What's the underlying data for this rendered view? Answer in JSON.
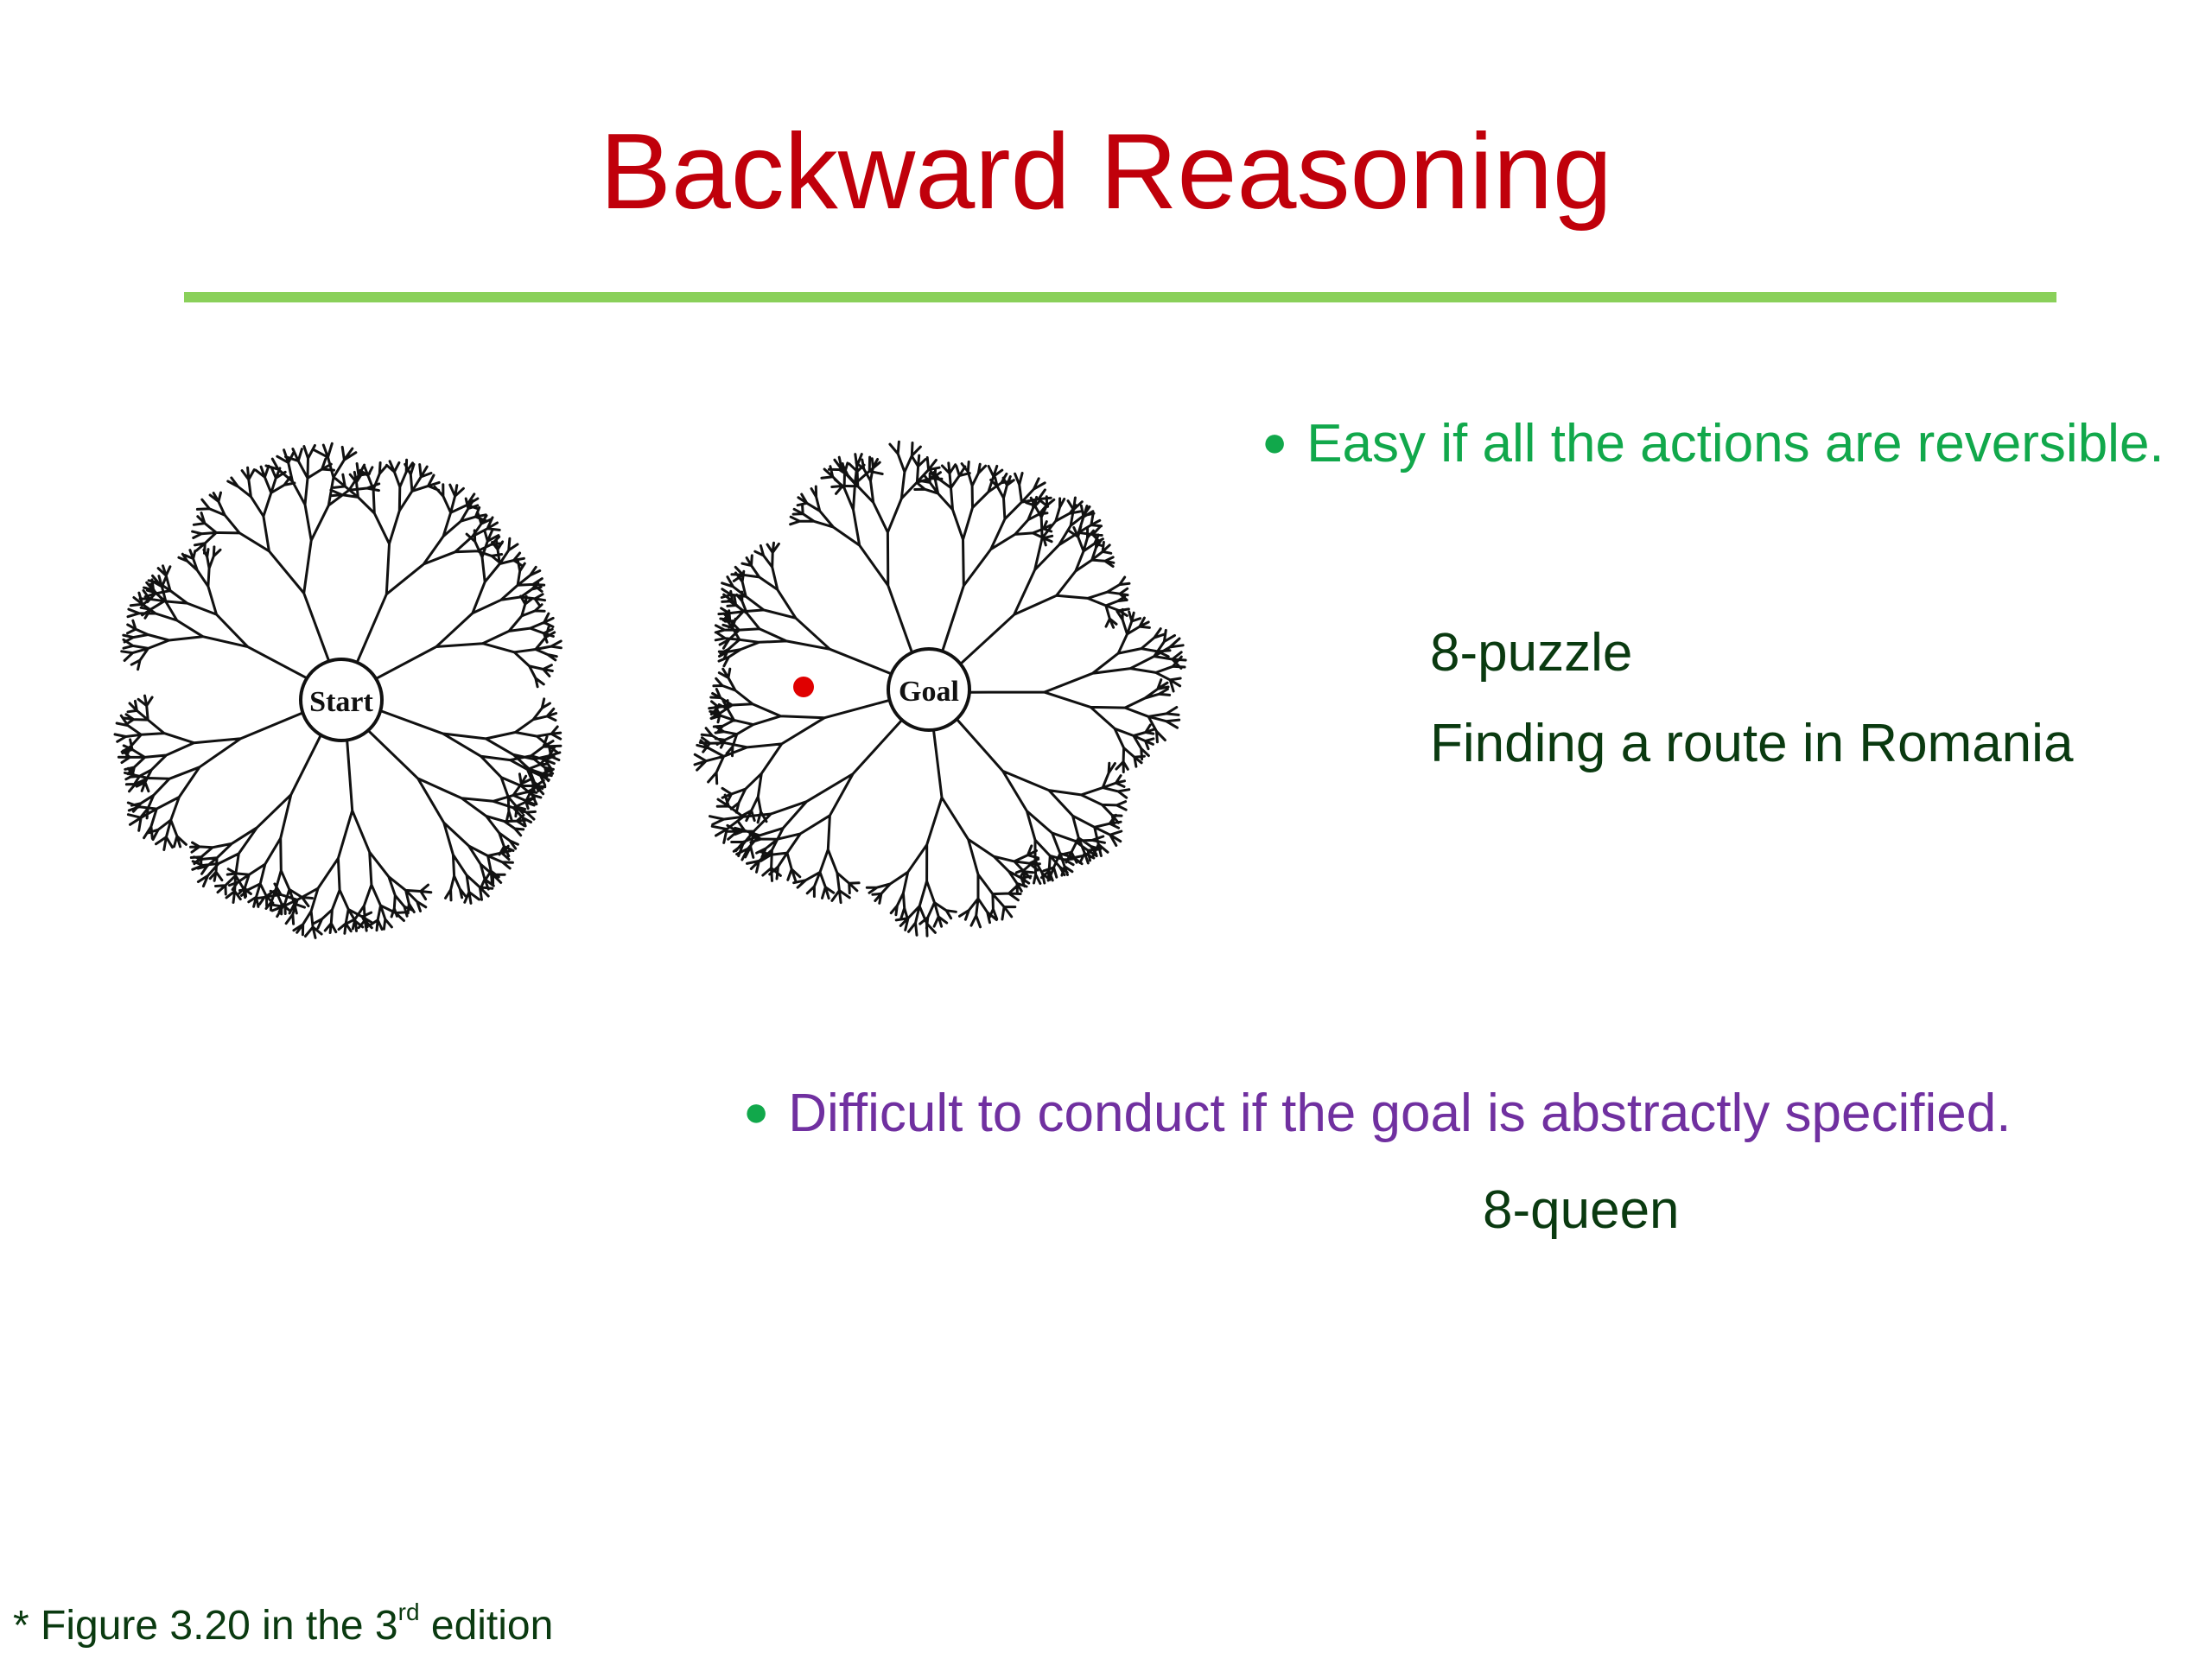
{
  "slide": {
    "title": "Backward Reasoning"
  },
  "figure": {
    "left_tree_label": "Start",
    "right_tree_label": "Goal"
  },
  "bullets": [
    {
      "text": "Easy if all the actions are reversible.",
      "examples": [
        "8-puzzle",
        "Finding a route in Romania"
      ]
    },
    {
      "text": "Difficult to conduct if the goal is abstractly specified.",
      "examples": [
        "8-queen"
      ]
    }
  ],
  "footnote": {
    "prefix": "* Figure 3.20 in the 3",
    "superscript": "rd",
    "suffix": " edition"
  },
  "colors": {
    "title": "#c0000b",
    "divider": "#8ad05a",
    "bullet1": "#11a84b",
    "bullet2": "#7030a0",
    "examples": "#0a3a10",
    "marker": "#e00000"
  }
}
